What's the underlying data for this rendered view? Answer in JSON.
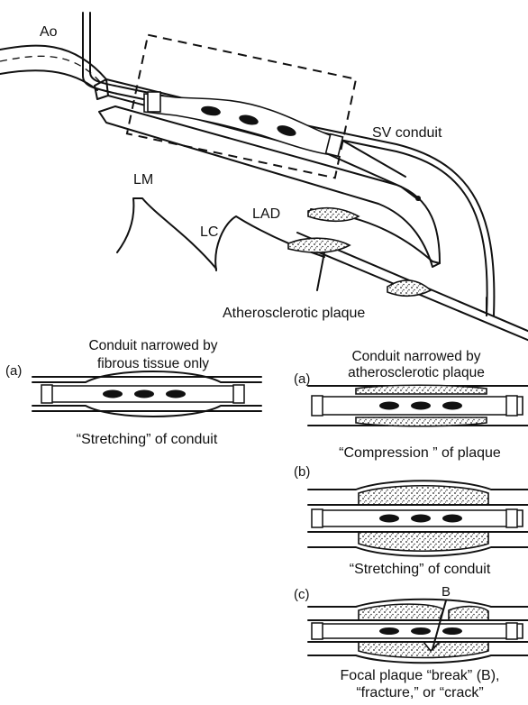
{
  "top": {
    "ao": "Ao",
    "sv_conduit": "SV conduit",
    "lm": "LM",
    "lc": "LC",
    "lad": "LAD",
    "plaque": "Atherosclerotic plaque"
  },
  "left_col": {
    "heading_line1": "Conduit narrowed by",
    "heading_line2": "fibrous tissue only",
    "label_a": "(a)",
    "caption_a": "“Stretching” of conduit"
  },
  "right_col": {
    "heading_line1": "Conduit narrowed by",
    "heading_line2": "atherosclerotic plaque",
    "label_a": "(a)",
    "caption_a": "“Compression ” of plaque",
    "label_b": "(b)",
    "caption_b": "“Stretching” of conduit",
    "label_c": "(c)",
    "marker_b": "B",
    "caption_c1": "Focal plaque “break” (B),",
    "caption_c2": "“fracture,” or “crack”"
  }
}
